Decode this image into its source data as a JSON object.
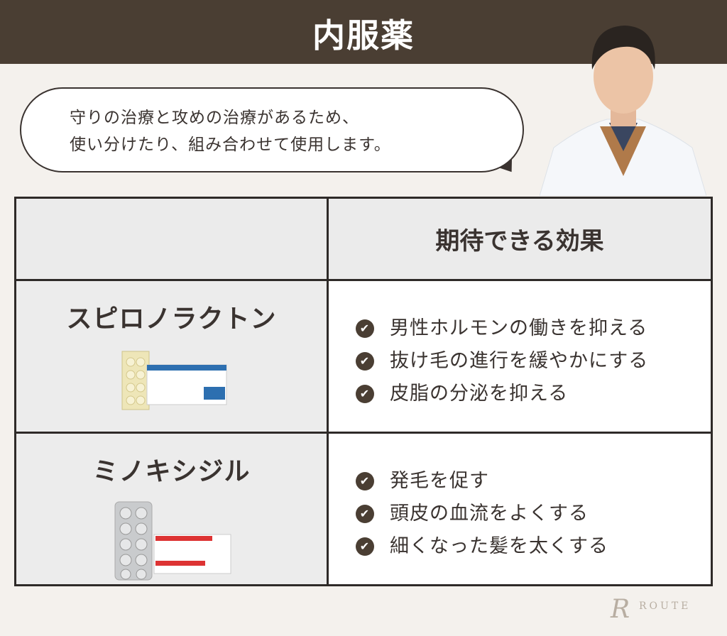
{
  "header": {
    "title": "内服薬"
  },
  "bubble": {
    "line1": "守りの治療と攻めの治療があるため、",
    "line2": "使い分けたり、組み合わせて使用します。"
  },
  "table": {
    "header_effect": "期待できる効果",
    "rows": [
      {
        "drug": "スピロノラクトン",
        "effects": [
          "男性ホルモンの働きを抑える",
          "抜け毛の進行を緩やかにする",
          "皮脂の分泌を抑える"
        ]
      },
      {
        "drug": "ミノキシジル",
        "effects": [
          "発毛を促す",
          "頭皮の血流をよくする",
          "細くなった髪を太くする"
        ]
      }
    ]
  },
  "logo": {
    "text": "ROUTE"
  },
  "colors": {
    "brown": "#4a3e33",
    "background": "#f4f1ed"
  }
}
